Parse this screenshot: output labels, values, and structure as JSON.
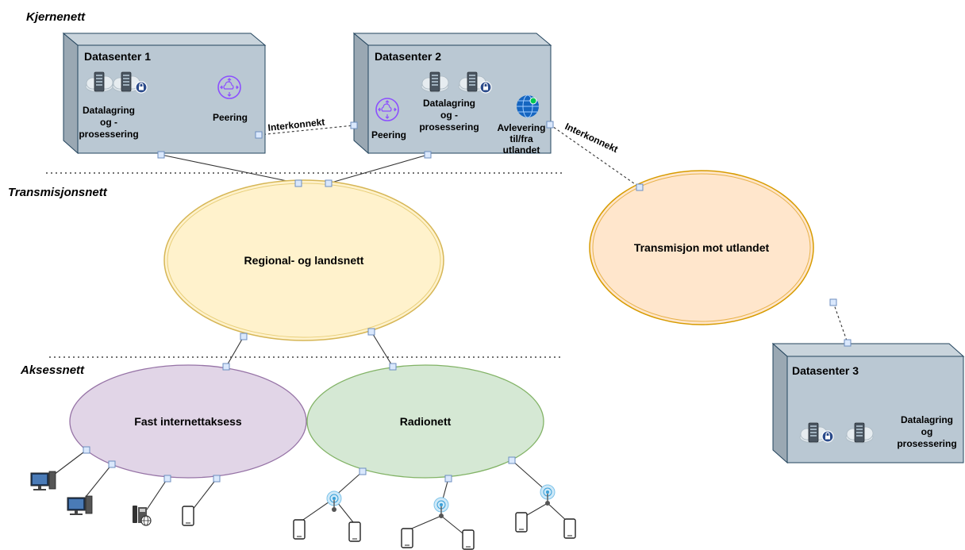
{
  "layers": {
    "core": "Kjernenett",
    "transmission": "Transmisjonsnett",
    "access": "Aksessnett"
  },
  "datacenters": {
    "dc1": {
      "title": "Datasenter 1",
      "storage": [
        "Datalagring",
        "og -",
        "prosessering"
      ],
      "peering": "Peering"
    },
    "dc2": {
      "title": "Datasenter 2",
      "storage": [
        "Datalagring",
        "og -",
        "prosessering"
      ],
      "peering": "Peering",
      "delivery": [
        "Avlevering",
        "til/fra",
        "utlandet"
      ]
    },
    "dc3": {
      "title": "Datasenter 3",
      "storage": [
        "Datalagring",
        "og",
        "prosessering"
      ]
    }
  },
  "networks": {
    "regional": "Regional- og landsnett",
    "foreign": "Transmisjon mot utlandet",
    "fixed": "Fast internettaksess",
    "radio": "Radionett"
  },
  "links": {
    "interconnect_1": "Interkonnekt",
    "interconnect_2": "Interkonnekt"
  },
  "colors": {
    "box_fill": "#bac8d3",
    "box_stroke": "#23445d",
    "regional_fill": "#fff2cc",
    "regional_stroke": "#d6b656",
    "foreign_fill": "#ffe6cc",
    "foreign_stroke": "#d79b00",
    "fixed_fill": "#e1d5e7",
    "fixed_stroke": "#9673a6",
    "radio_fill": "#d5e8d4",
    "radio_stroke": "#82b366",
    "peering_icon": "#8c4fff",
    "globe_icon": "#1565c0"
  },
  "icons": [
    "server-cloud-icon",
    "lock-icon",
    "router-icon",
    "globe-icon",
    "desktop-computer-icon",
    "ip-phone-icon",
    "mobile-phone-icon",
    "antenna-icon"
  ]
}
